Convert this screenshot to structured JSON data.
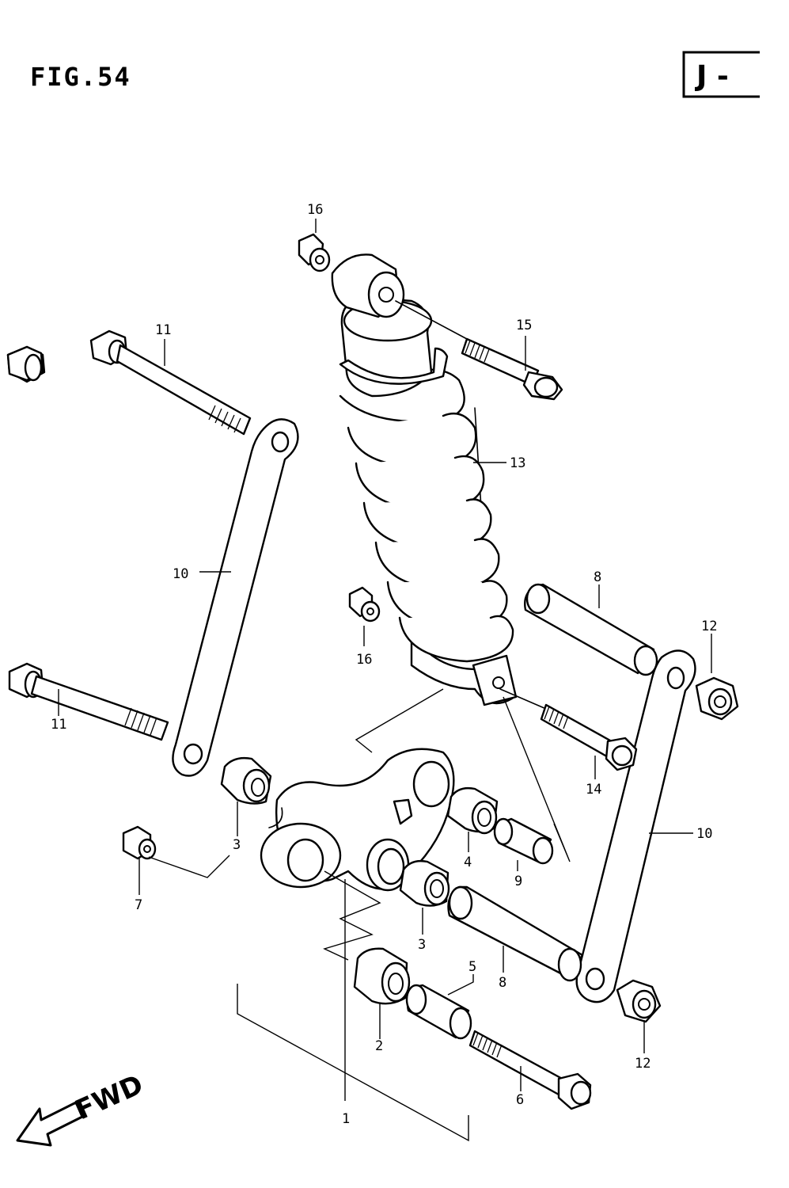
{
  "header": {
    "figure_title": "FIG.54",
    "model_tag": "J -"
  },
  "direction": {
    "label": "FWD"
  },
  "callouts": [
    {
      "id": "1",
      "text": "1"
    },
    {
      "id": "2",
      "text": "2"
    },
    {
      "id": "3a",
      "text": "3"
    },
    {
      "id": "3b",
      "text": "3"
    },
    {
      "id": "4",
      "text": "4"
    },
    {
      "id": "5",
      "text": "5"
    },
    {
      "id": "6",
      "text": "6"
    },
    {
      "id": "7",
      "text": "7"
    },
    {
      "id": "8a",
      "text": "8"
    },
    {
      "id": "8b",
      "text": "8"
    },
    {
      "id": "9",
      "text": "9"
    },
    {
      "id": "10a",
      "text": "10"
    },
    {
      "id": "10b",
      "text": "10"
    },
    {
      "id": "11a",
      "text": "11"
    },
    {
      "id": "11b",
      "text": "11"
    },
    {
      "id": "12a",
      "text": "12"
    },
    {
      "id": "12b",
      "text": "12"
    },
    {
      "id": "13",
      "text": "13"
    },
    {
      "id": "14",
      "text": "14"
    },
    {
      "id": "15",
      "text": "15"
    },
    {
      "id": "16a",
      "text": "16"
    },
    {
      "id": "16b",
      "text": "16"
    }
  ]
}
